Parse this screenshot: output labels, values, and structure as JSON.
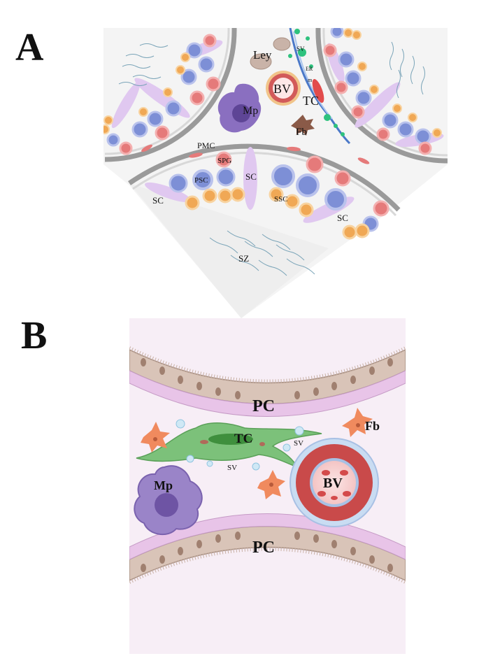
{
  "panel_a": {
    "letter": "A",
    "labels": {
      "ley": "Ley",
      "sv": "SV",
      "er": "ER",
      "m": "m",
      "bv": "BV",
      "tc": "TC",
      "mp": "Mp",
      "fb": "Fb",
      "pmc": "PMC",
      "spg": "SPG",
      "psc": "PSC",
      "sc_center": "SC",
      "sc_left": "SC",
      "sc_right": "SC",
      "ssc": "SSC",
      "sz": "SZ"
    }
  },
  "panel_b": {
    "letter": "B",
    "labels": {
      "pc_top": "PC",
      "pc_bottom": "PC",
      "tc": "TC",
      "sv_right": "SV",
      "sv_bottom": "SV",
      "fb": "Fb",
      "mp": "Mp",
      "bv": "BV"
    }
  },
  "colors": {
    "background_a": "#f5f5f5",
    "background_b": "#f7eef6",
    "tubule_wall": "#9a9a9a",
    "spermatogonia": "#e57a7a",
    "spermatocyte": "#7d8fd6",
    "spermatid": "#f0a855",
    "sertoli": "#e0c8f0",
    "telocyte": "#6fc06a",
    "macrophage": "#8a6fc0",
    "fibroblast": "#e8865a",
    "blood_vessel": "#c94a4a",
    "peritubular": "#d9c4b8"
  }
}
